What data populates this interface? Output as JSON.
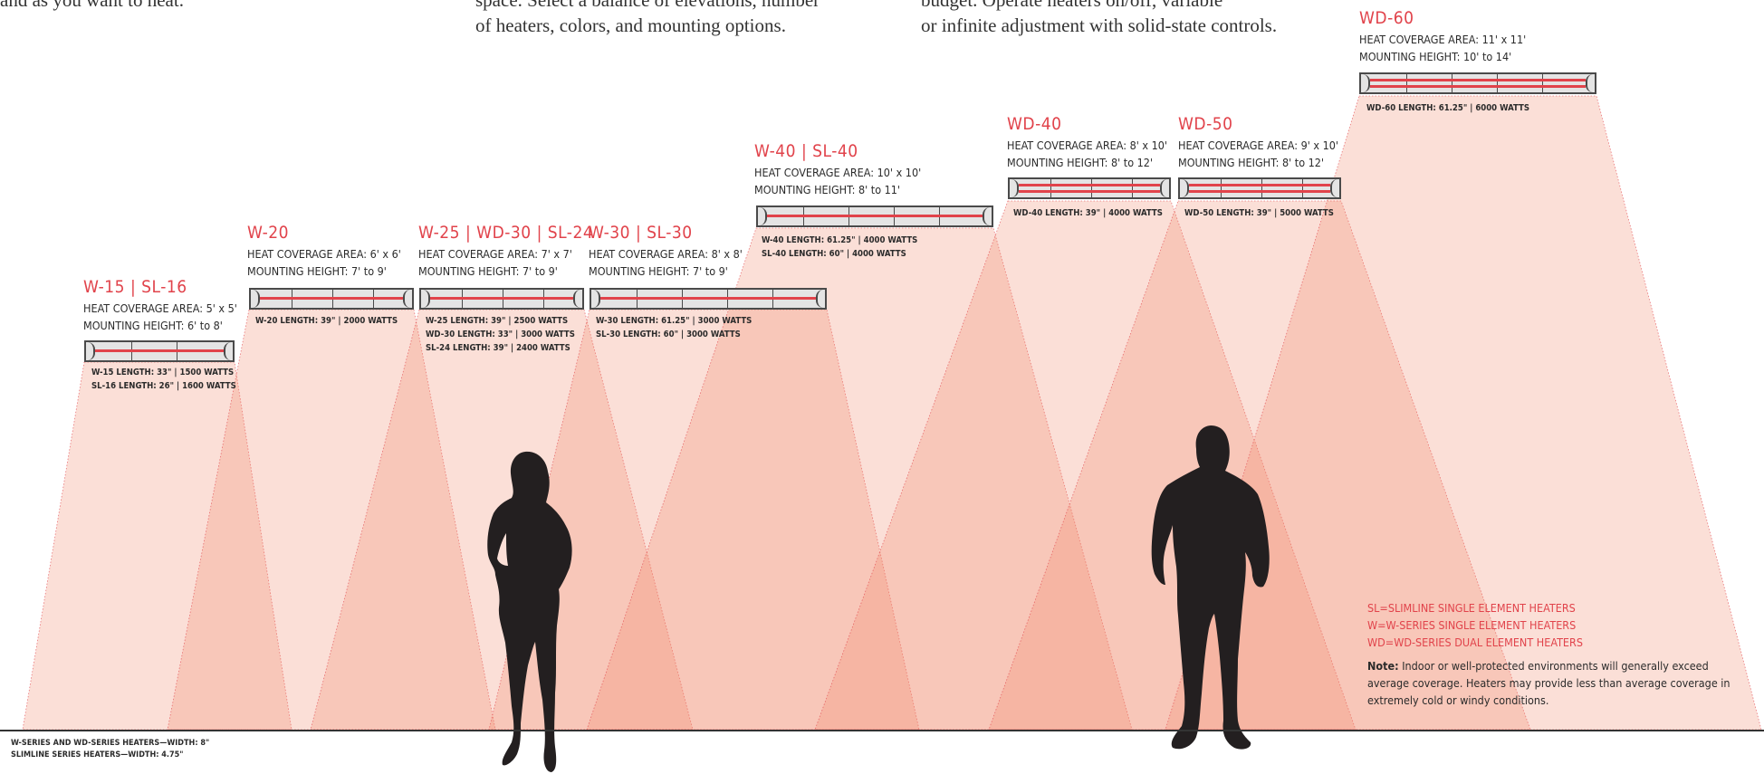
{
  "intro": {
    "col1_line": "and as you want to heat.",
    "col2_line1": "space. Select a balance of elevations, number",
    "col2_line2": "of heaters, colors, and mounting options.",
    "col3_line1": "budget. Operate heaters on/off, variable",
    "col3_line2": "or infinite adjustment with solid-state controls."
  },
  "heaters": [
    {
      "model": "W-15 | SL-16",
      "coverage": "HEAT COVERAGE AREA: 5' x 5'",
      "height": "MOUNTING HEIGHT: 6' to 8'",
      "captions": [
        "W-15 LENGTH: 33\" | 1500 WATTS",
        "SL-16 LENGTH: 26\" | 1600 WATTS"
      ],
      "dual": false
    },
    {
      "model": "W-20",
      "coverage": "HEAT COVERAGE AREA: 6' x 6'",
      "height": "MOUNTING HEIGHT: 7' to 9'",
      "captions": [
        "W-20 LENGTH: 39\" | 2000 WATTS"
      ],
      "dual": false
    },
    {
      "model": "W-25 | WD-30 | SL-24",
      "coverage": "HEAT COVERAGE AREA: 7' x 7'",
      "height": "MOUNTING HEIGHT: 7' to 9'",
      "captions": [
        "W-25 LENGTH: 39\" | 2500 WATTS",
        "WD-30 LENGTH: 33\" | 3000 WATTS",
        "SL-24 LENGTH: 39\" | 2400 WATTS"
      ],
      "dual": false
    },
    {
      "model": "W-30 | SL-30",
      "coverage": "HEAT COVERAGE AREA: 8' x 8'",
      "height": "MOUNTING HEIGHT: 7' to 9'",
      "captions": [
        "W-30 LENGTH: 61.25\" | 3000 WATTS",
        "SL-30 LENGTH: 60\" | 3000 WATTS"
      ],
      "dual": false
    },
    {
      "model": "W-40 | SL-40",
      "coverage": "HEAT COVERAGE AREA: 10' x 10'",
      "height": "MOUNTING HEIGHT: 8' to 11'",
      "captions": [
        "W-40 LENGTH: 61.25\" | 4000 WATTS",
        "SL-40 LENGTH: 60\" | 4000 WATTS"
      ],
      "dual": false
    },
    {
      "model": "WD-40",
      "coverage": "HEAT COVERAGE AREA: 8' x 10'",
      "height": "MOUNTING HEIGHT: 8' to 12'",
      "captions": [
        "WD-40 LENGTH: 39\" | 4000 WATTS"
      ],
      "dual": true
    },
    {
      "model": "WD-50",
      "coverage": "HEAT COVERAGE AREA: 9' x 10'",
      "height": "MOUNTING HEIGHT: 8' to 12'",
      "captions": [
        "WD-50 LENGTH: 39\" | 5000 WATTS"
      ],
      "dual": true
    },
    {
      "model": "WD-60",
      "coverage": "HEAT COVERAGE AREA: 11' x 11'",
      "height": "MOUNTING HEIGHT: 10' to 14'",
      "captions": [
        "WD-60 LENGTH: 61.25\"  |  6000 WATTS"
      ],
      "dual": true
    }
  ],
  "legend": [
    "SL=SLIMLINE SINGLE ELEMENT HEATERS",
    "W=W-SERIES SINGLE ELEMENT HEATERS",
    "WD=WD-SERIES DUAL ELEMENT HEATERS"
  ],
  "note": {
    "label": "Note:",
    "text": " Indoor or well-protected environments will generally exceed average coverage. Heaters may provide less than average coverage in extremely cold or windy conditions."
  },
  "footnote": [
    "W-SERIES AND WD-SERIES HEATERS—WIDTH: 8\"",
    "SLIMLINE SERIES HEATERS—WIDTH: 4.75\""
  ],
  "colors": {
    "accent": "#e1434b",
    "cone": "#f08466",
    "text": "#2b2b2b"
  },
  "figures": [
    "woman-silhouette",
    "man-silhouette"
  ]
}
